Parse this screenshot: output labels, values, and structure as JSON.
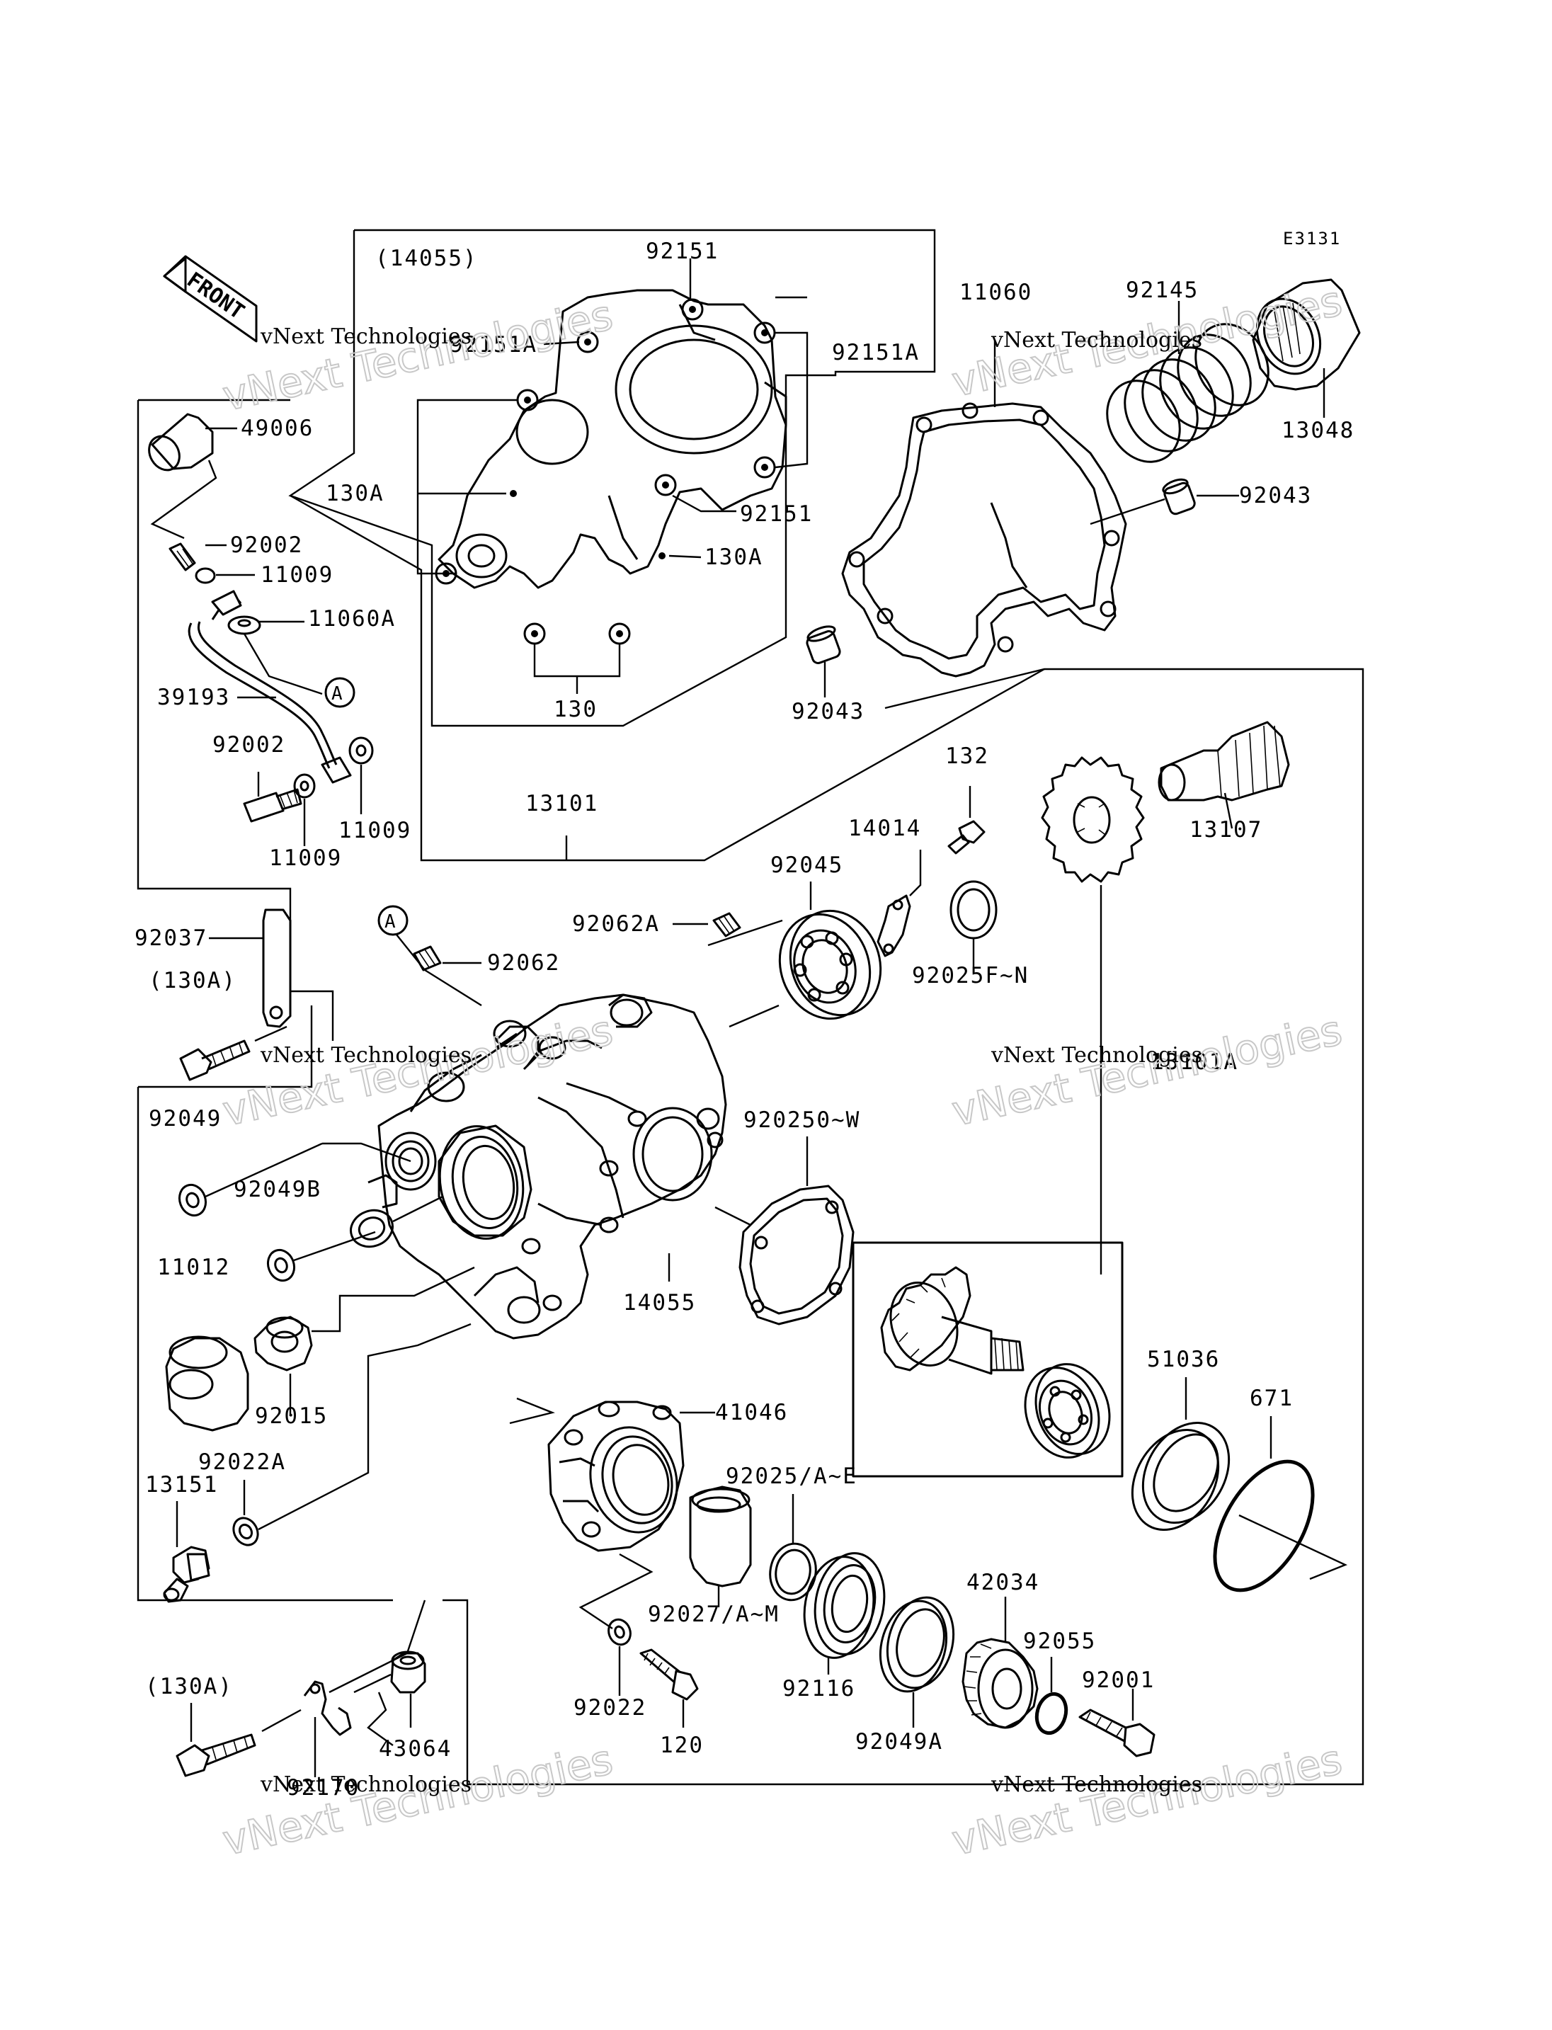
{
  "diagram": {
    "code": "E3131",
    "front_label": "FRONT",
    "callouts": {
      "ref_A": "A",
      "ref_A2": "A"
    },
    "parts": {
      "p14055_ref": "(14055)",
      "p92151_top": "92151",
      "p92151A_left": "92151A",
      "p92151A_right": "92151A",
      "p92151_mid": "92151",
      "p130A_left": "130A",
      "p130A_right": "130A",
      "p130": "130",
      "p11060": "11060",
      "p92145": "92145",
      "p13048": "13048",
      "p92043_right": "92043",
      "p92043_left": "92043",
      "p49006": "49006",
      "p92002_top": "92002",
      "p11009_top": "11009",
      "p11060A": "11060A",
      "p39193": "39193",
      "p92002_bot": "92002",
      "p11009_r": "11009",
      "p11009_b": "11009",
      "p13101": "13101",
      "p132": "132",
      "p14014": "14014",
      "p92045": "92045",
      "p13107": "13107",
      "p92062A": "92062A",
      "p92062": "92062",
      "p92025FN": "92025F~N",
      "p92037": "92037",
      "p130A_ref1": "(130A)",
      "p13101A": "13101A",
      "p92049": "92049",
      "p920250W": "920250~W",
      "p92049B": "92049B",
      "p14055": "14055",
      "p11012": "11012",
      "p92015": "92015",
      "p51036": "51036",
      "p671": "671",
      "p41046": "41046",
      "p92022A": "92022A",
      "p13151": "13151",
      "p92025AE": "92025/A~E",
      "p92027AM": "92027/A~M",
      "p42034": "42034",
      "p92055": "92055",
      "p92001": "92001",
      "p130A_ref2": "(130A)",
      "p92022": "92022",
      "p120": "120",
      "p92116": "92116",
      "p92049A": "92049A",
      "p43064": "43064",
      "p92170": "92170"
    },
    "watermarks": [
      {
        "line1": "vNext Technologies",
        "line2": "vNext Technologies"
      },
      {
        "line1": "vNext Technologies",
        "line2": "vNext Technologies"
      },
      {
        "line1": "vNext Technologies",
        "line2": "vNext Technologies"
      },
      {
        "line1": "vNext Technologies",
        "line2": "vNext Technologies"
      },
      {
        "line1": "vNext Technologies",
        "line2": "vNext Technologies"
      },
      {
        "line1": "vNext Technologies",
        "line2": "vNext Technologies"
      }
    ]
  }
}
